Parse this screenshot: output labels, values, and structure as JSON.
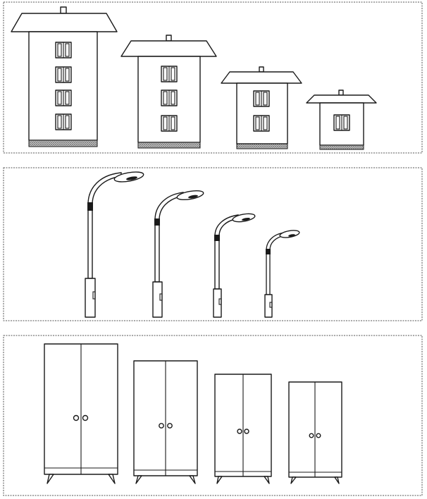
{
  "figure": {
    "panels": [
      {
        "id": "houses",
        "object": "house-icon",
        "sizes": [
          "largest",
          "large",
          "medium",
          "small"
        ],
        "floors": [
          4,
          3,
          2,
          1
        ]
      },
      {
        "id": "street-lamps",
        "object": "street-lamp-icon",
        "sizes": [
          "largest",
          "large",
          "medium",
          "small"
        ]
      },
      {
        "id": "wardrobes",
        "object": "wardrobe-icon",
        "sizes": [
          "largest",
          "large",
          "medium",
          "small"
        ]
      }
    ],
    "colors": {
      "ink": "#1a1a1a",
      "background": "#ffffff",
      "ground": "#666666",
      "frame": "#555555"
    }
  }
}
